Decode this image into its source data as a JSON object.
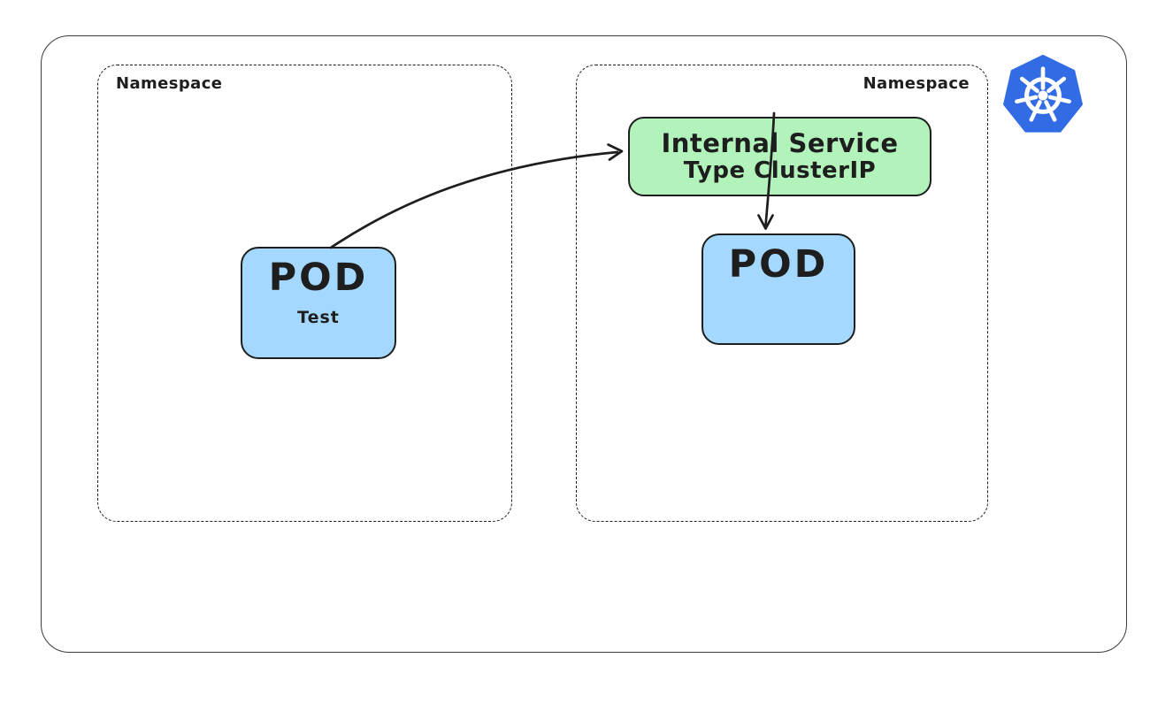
{
  "diagram": {
    "type": "kubernetes-architecture",
    "namespaces": [
      {
        "label": "Namespace",
        "label_position": "top-left"
      },
      {
        "label": "Namespace",
        "label_position": "top-right"
      }
    ],
    "service": {
      "title": "Internal Service",
      "subtitle": "Type ClusterIP",
      "fill": "#b2f2bb"
    },
    "pods": [
      {
        "title": "POD",
        "subtitle": "Test",
        "namespace_index": 0,
        "fill": "#a5d8ff"
      },
      {
        "title": "POD",
        "namespace_index": 1,
        "fill": "#a5d8ff"
      }
    ],
    "edges": [
      {
        "from": "pod-test",
        "to": "internal-service",
        "style": "curved-arrow"
      },
      {
        "from": "internal-service",
        "to": "pod-right",
        "style": "straight-arrow-down"
      }
    ],
    "icons": [
      {
        "name": "kubernetes-logo",
        "color": "#326ce5"
      }
    ],
    "colors": {
      "stroke": "#1e1e1e",
      "cluster_border": "#3b3b3b",
      "pod_fill": "#a5d8ff",
      "service_fill": "#b2f2bb",
      "kubernetes_blue": "#326ce5",
      "background": "#ffffff"
    }
  }
}
